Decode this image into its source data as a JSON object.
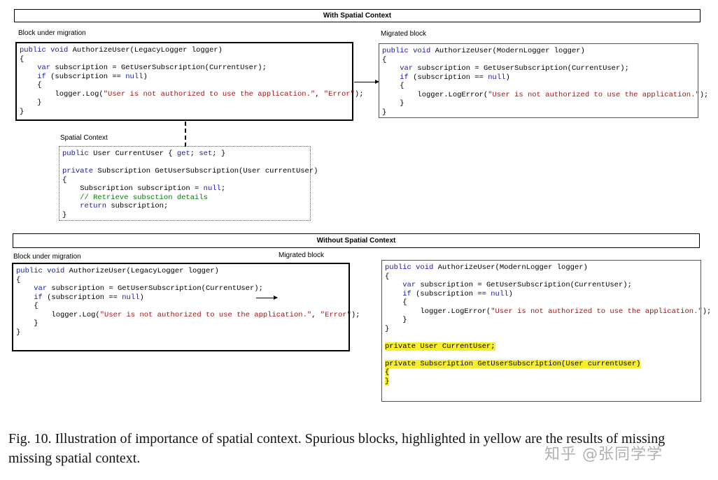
{
  "top": {
    "header": "With Spatial Context",
    "left_label": "Block under migration",
    "right_label": "Migrated block",
    "context_label": "Spatial Context",
    "left_code": [
      [
        [
          "kw",
          "public void "
        ],
        [
          "t",
          "AuthorizeUser(LegacyLogger logger)"
        ]
      ],
      [
        [
          "t",
          "{"
        ]
      ],
      [
        [
          "t",
          "    "
        ],
        [
          "kw",
          "var"
        ],
        [
          "t",
          " subscription = GetUserSubscription(CurrentUser);"
        ]
      ],
      [
        [
          "t",
          "    "
        ],
        [
          "kw",
          "if"
        ],
        [
          "t",
          " (subscription == "
        ],
        [
          "kw",
          "null"
        ],
        [
          "t",
          ")"
        ]
      ],
      [
        [
          "t",
          "    {"
        ]
      ],
      [
        [
          "t",
          "        logger.Log("
        ],
        [
          "str",
          "\"User is not authorized to use the application.\""
        ],
        [
          "t",
          ", "
        ],
        [
          "str",
          "\"Error\""
        ],
        [
          "t",
          ");"
        ]
      ],
      [
        [
          "t",
          "    }"
        ]
      ],
      [
        [
          "t",
          "}"
        ]
      ]
    ],
    "right_code": [
      [
        [
          "kw",
          "public void "
        ],
        [
          "t",
          "AuthorizeUser(ModernLogger logger)"
        ]
      ],
      [
        [
          "t",
          "{"
        ]
      ],
      [
        [
          "t",
          "    "
        ],
        [
          "kw",
          "var"
        ],
        [
          "t",
          " subscription = GetUserSubscription(CurrentUser);"
        ]
      ],
      [
        [
          "t",
          "    "
        ],
        [
          "kw",
          "if"
        ],
        [
          "t",
          " (subscription == "
        ],
        [
          "kw",
          "null"
        ],
        [
          "t",
          ")"
        ]
      ],
      [
        [
          "t",
          "    {"
        ]
      ],
      [
        [
          "t",
          "        logger.LogError("
        ],
        [
          "str",
          "\"User is not authorized to use the application.\""
        ],
        [
          "t",
          ");"
        ]
      ],
      [
        [
          "t",
          "    }"
        ]
      ],
      [
        [
          "t",
          "}"
        ]
      ]
    ],
    "context_code": [
      [
        [
          "kw",
          "public"
        ],
        [
          "t",
          " User CurrentUser { "
        ],
        [
          "kw",
          "get"
        ],
        [
          "t",
          "; "
        ],
        [
          "kw",
          "set"
        ],
        [
          "t",
          "; }"
        ]
      ],
      [
        [
          "t",
          ""
        ]
      ],
      [
        [
          "kw",
          "private"
        ],
        [
          "t",
          " Subscription GetUserSubscription(User currentUser)"
        ]
      ],
      [
        [
          "t",
          "{"
        ]
      ],
      [
        [
          "t",
          "    Subscription subscription = "
        ],
        [
          "kw",
          "null"
        ],
        [
          "t",
          ";"
        ]
      ],
      [
        [
          "cm",
          "    // Retrieve subsction details"
        ]
      ],
      [
        [
          "t",
          "    "
        ],
        [
          "kw",
          "return"
        ],
        [
          "t",
          " subscription;"
        ]
      ],
      [
        [
          "t",
          "}"
        ]
      ]
    ]
  },
  "bottom": {
    "header": "Without Spatial Context",
    "left_label": "Block under migration",
    "right_label": "Migrated block",
    "left_code": [
      [
        [
          "kw",
          "public void "
        ],
        [
          "t",
          "AuthorizeUser(LegacyLogger logger)"
        ]
      ],
      [
        [
          "t",
          "{"
        ]
      ],
      [
        [
          "t",
          "    "
        ],
        [
          "kw",
          "var"
        ],
        [
          "t",
          " subscription = GetUserSubscription(CurrentUser);"
        ]
      ],
      [
        [
          "t",
          "    "
        ],
        [
          "kw",
          "if"
        ],
        [
          "t",
          " (subscription == "
        ],
        [
          "kw",
          "null"
        ],
        [
          "t",
          ")"
        ]
      ],
      [
        [
          "t",
          "    {"
        ]
      ],
      [
        [
          "t",
          "        logger.Log("
        ],
        [
          "str",
          "\"User is not authorized to use the application.\""
        ],
        [
          "t",
          ", "
        ],
        [
          "str",
          "\"Error\""
        ],
        [
          "t",
          ");"
        ]
      ],
      [
        [
          "t",
          "    }"
        ]
      ],
      [
        [
          "t",
          "}"
        ]
      ]
    ],
    "right_code": [
      [
        [
          "kw",
          "public void "
        ],
        [
          "t",
          "AuthorizeUser(ModernLogger logger)"
        ]
      ],
      [
        [
          "t",
          "{"
        ]
      ],
      [
        [
          "t",
          "    "
        ],
        [
          "kw",
          "var"
        ],
        [
          "t",
          " subscription = GetUserSubscription(CurrentUser);"
        ]
      ],
      [
        [
          "t",
          "    "
        ],
        [
          "kw",
          "if"
        ],
        [
          "t",
          " (subscription == "
        ],
        [
          "kw",
          "null"
        ],
        [
          "t",
          ")"
        ]
      ],
      [
        [
          "t",
          "    {"
        ]
      ],
      [
        [
          "t",
          "        logger.LogError("
        ],
        [
          "str",
          "\"User is not authorized to use the application.\""
        ],
        [
          "t",
          ");"
        ]
      ],
      [
        [
          "t",
          "    }"
        ]
      ],
      [
        [
          "t",
          "}"
        ]
      ],
      [
        [
          "t",
          ""
        ]
      ],
      [
        [
          "hl",
          "private User CurrentUser;"
        ]
      ],
      [
        [
          "t",
          ""
        ]
      ],
      [
        [
          "hl",
          "private Subscription GetUserSubscription(User currentUser)"
        ]
      ],
      [
        [
          "hl",
          "{"
        ]
      ],
      [
        [
          "hl",
          "}"
        ]
      ]
    ]
  },
  "caption": "Fig. 10.  Illustration of importance of spatial context. Spurious blocks, highlighted in yellow are the results of missing missing spatial context.",
  "watermark": "知乎 @张同学学",
  "colors": {
    "keyword": "#1a1aa6",
    "string": "#a31515",
    "comment": "#008000",
    "highlight": "#f7ef2a"
  }
}
